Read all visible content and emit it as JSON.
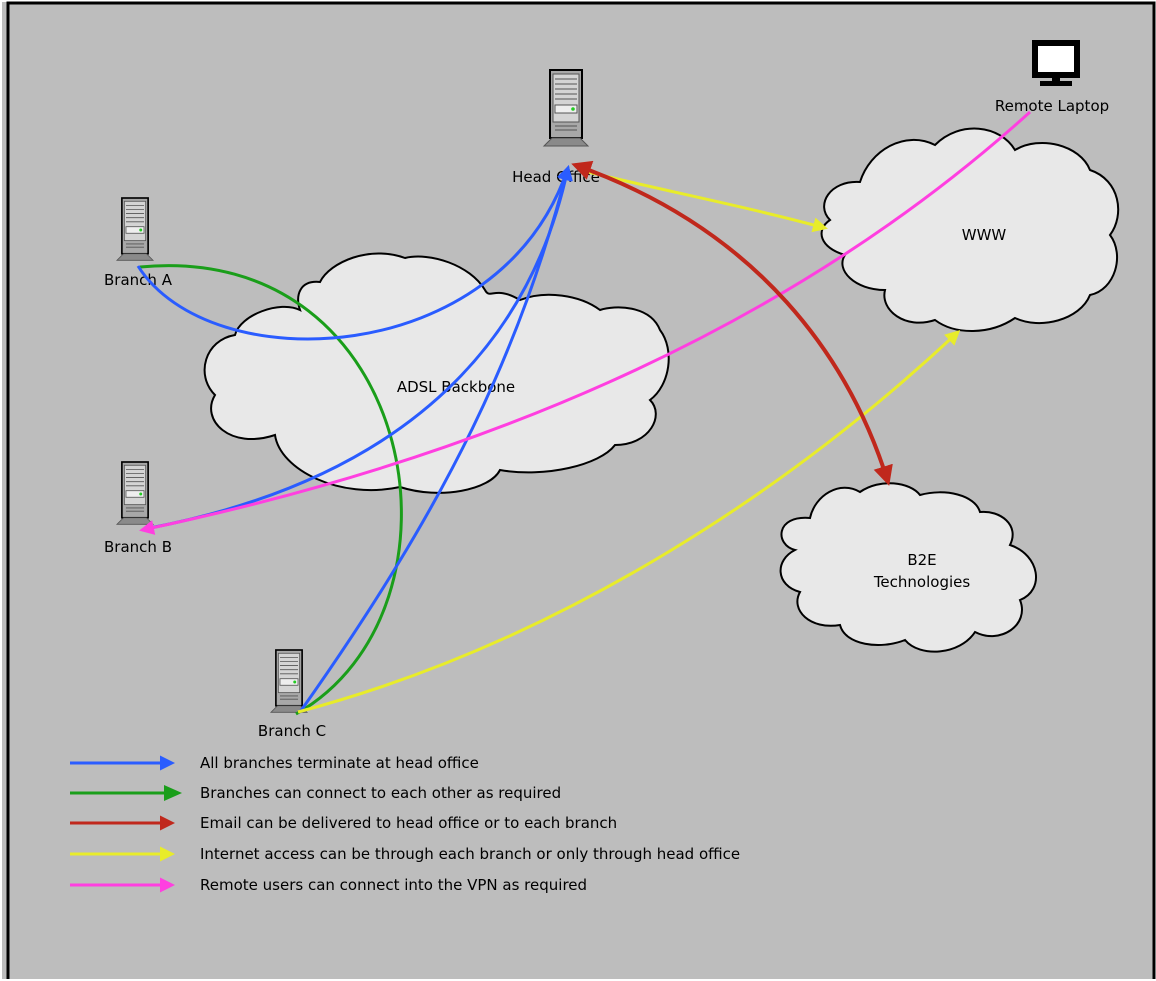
{
  "nodes": {
    "head_office": "Head Office",
    "branch_a": "Branch A",
    "branch_b": "Branch B",
    "branch_c": "Branch C",
    "remote_laptop": "Remote Laptop"
  },
  "clouds": {
    "adsl": "ADSL Backbone",
    "www": "WWW",
    "b2e_line1": "B2E",
    "b2e_line2": "Technologies"
  },
  "legend": [
    {
      "color": "#2a5cff",
      "text": "All branches terminate at head office"
    },
    {
      "color": "#1a9e1a",
      "text": "Branches can connect to each other as required"
    },
    {
      "color": "#c0281c",
      "text": "Email can be delivered to head office or to each branch"
    },
    {
      "color": "#e8ec2a",
      "text": "Internet access can be through each branch or only through head office"
    },
    {
      "color": "#ff3fe0",
      "text": "Remote users can connect into the VPN as required"
    }
  ],
  "colors": {
    "background": "#bdbdbd",
    "cloud_fill": "#e8e8e8",
    "blue": "#2a5cff",
    "green": "#1a9e1a",
    "red": "#c0281c",
    "yellow": "#e8ec2a",
    "magenta": "#ff3fe0"
  }
}
